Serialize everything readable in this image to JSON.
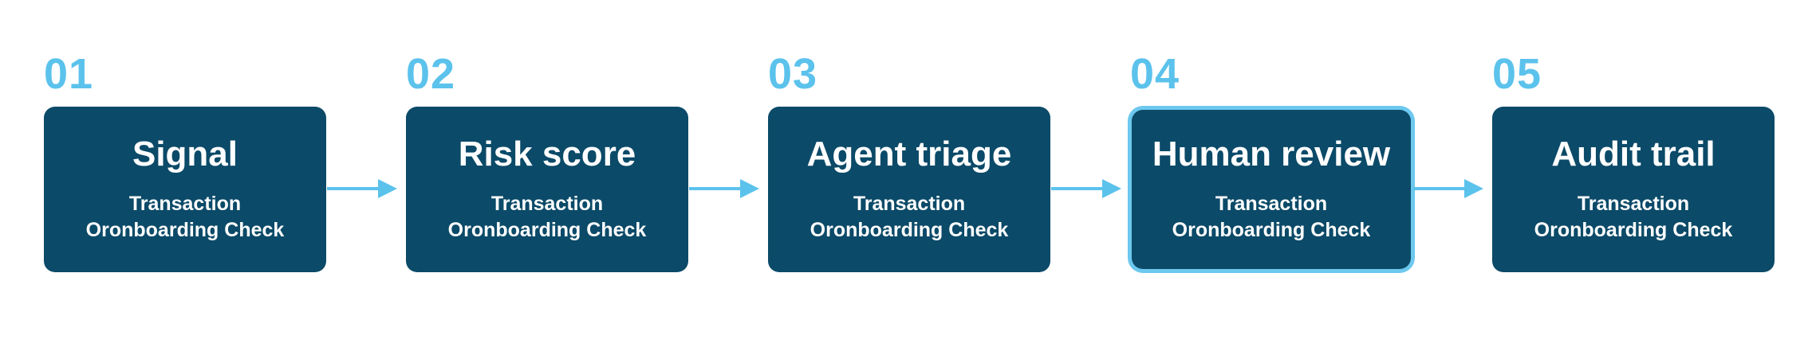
{
  "colors": {
    "box_fill": "#0b4a68",
    "number_color": "#5bc2ec",
    "arrow_color": "#5bc2ec",
    "highlight_border": "#6cc8ee",
    "text_color": "#ffffff"
  },
  "steps": [
    {
      "number": "01",
      "title": "Signal",
      "line1": "Transaction",
      "line2": "Oronboarding Check",
      "highlighted": false
    },
    {
      "number": "02",
      "title": "Risk score",
      "line1": "Transaction",
      "line2": "Oronboarding Check",
      "highlighted": false
    },
    {
      "number": "03",
      "title": "Agent triage",
      "line1": "Transaction",
      "line2": "Oronboarding Check",
      "highlighted": false
    },
    {
      "number": "04",
      "title": "Human review",
      "line1": "Transaction",
      "line2": "Oronboarding Check",
      "highlighted": true
    },
    {
      "number": "05",
      "title": "Audit trail",
      "line1": "Transaction",
      "line2": "Oronboarding Check",
      "highlighted": false
    }
  ],
  "connectors": [
    {
      "from": "01",
      "to": "02",
      "icon": "arrow-right"
    },
    {
      "from": "02",
      "to": "03",
      "icon": "arrow-right"
    },
    {
      "from": "03",
      "to": "04",
      "icon": "arrow-right"
    },
    {
      "from": "04",
      "to": "05",
      "icon": "arrow-right"
    }
  ]
}
